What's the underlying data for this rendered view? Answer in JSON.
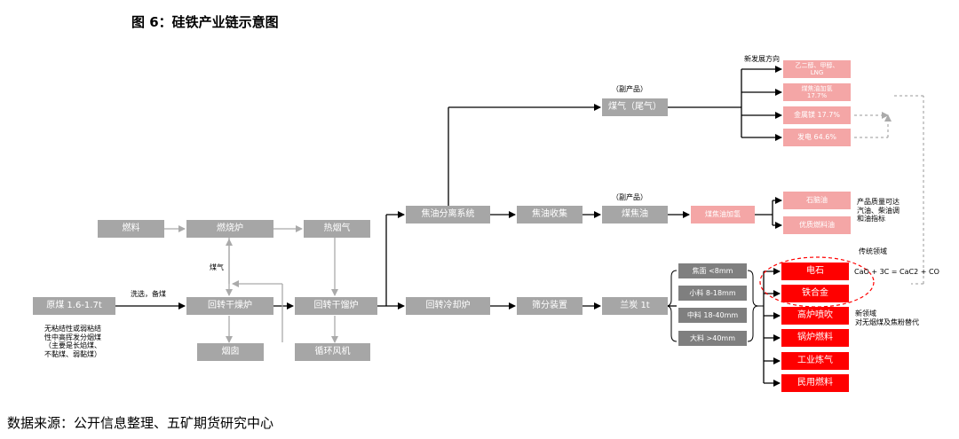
{
  "title": "图 6：硅铁产业链示意图",
  "source": "数据来源：公开信息整理、五矿期货研究中心",
  "nodes": {
    "raw_coal": "原煤 1.6-1.7t",
    "fuel": "燃料",
    "furnace": "燃烧炉",
    "hot_gas": "热烟气",
    "dryer": "回转干燥炉",
    "retort": "回转干馏炉",
    "chimney": "烟囱",
    "fan": "循环风机",
    "tar_sep": "焦油分离系统",
    "cooler": "回转冷却炉",
    "tar_collect": "焦油收集",
    "coal_tar": "煤焦油",
    "tar_process": "煤焦油加氢",
    "screen": "筛分装置",
    "semicoke": "兰炭 1t",
    "coal_gas": "煤气（尾气）",
    "ethylene": "乙二醇、甲醇、\nLNG",
    "tar_hydro2": "煤焦油加氢\n17.7%",
    "metal_mg": "金属镁 17.7%",
    "power": "发电 64.6%",
    "naphtha": "石脑油",
    "fuel_oil": "优质燃料油",
    "size1": "焦面 <8mm",
    "size2": "小料 8-18mm",
    "size3": "中料 18-40mm",
    "size4": "大料 >40mm",
    "carbide": "电石",
    "ferrosilicon": "铁合金",
    "blast": "高炉喷吹",
    "boiler": "锅炉燃料",
    "gasify": "工业炼气",
    "civil": "民用燃料"
  },
  "labels": {
    "wash": "洗选，备煤",
    "flue": "煤气",
    "coal_desc": "无粘结性或弱粘结\n性中高挥发分烟煤\n（主要是长焰煤、\n不黏煤、弱黏煤）",
    "byproduct1": "（副产品）",
    "byproduct2": "（副产品）",
    "new_dir": "新发展方向",
    "quality": "产品质量可达\n汽油、柴油调\n和油指标",
    "traditional": "传统领域",
    "reaction": "CaO + 3C = CaC2 + CO",
    "new_field": "新领域\n对无烟煤及焦粉替代"
  },
  "colors": {
    "gray": "#a6a6a6",
    "dark_gray": "#7f7f7f",
    "pink": "#f4a6a6",
    "red": "#ff0000",
    "arrow": "#000000",
    "light_arrow": "#aaaaaa"
  }
}
